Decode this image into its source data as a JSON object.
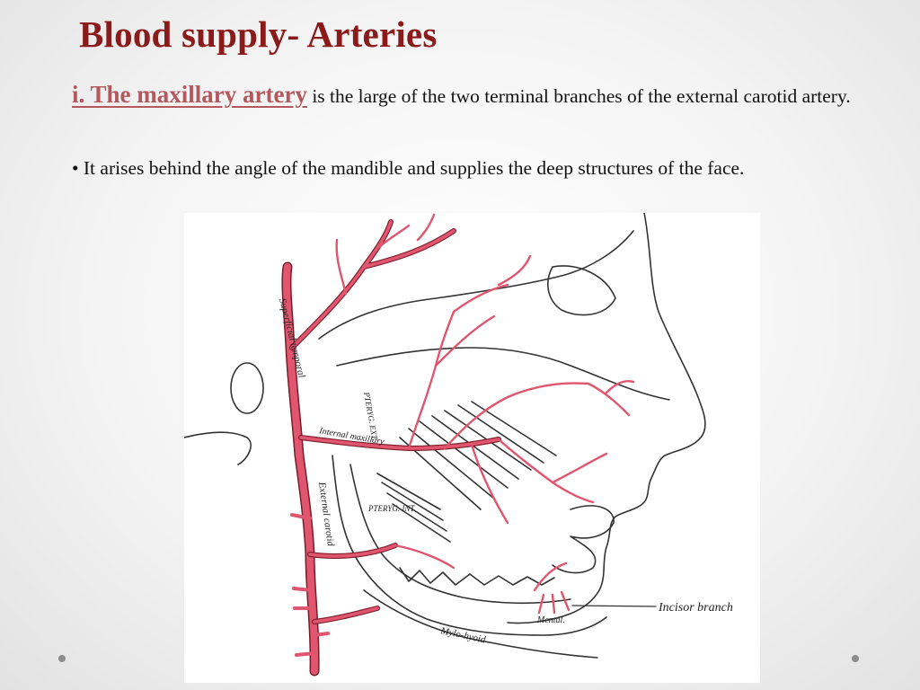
{
  "slide": {
    "title": "Blood supply- Arteries",
    "paragraph1": {
      "highlight": " i. The maxillary artery",
      "rest": " is the large of the two terminal branches of the external carotid artery."
    },
    "paragraph2": "• It arises behind the angle of the mandible and supplies the deep structures of the face."
  },
  "figure": {
    "labels": {
      "superficial_temporal": "Superficial temporal",
      "external_carotid": "External carotid",
      "internal_maxillary": "Internal maxillary",
      "ptery_ext": "PTERYG. EXT.",
      "ptery_int": "PTERYG. INT.",
      "mental": "Mental.",
      "mylo_hyoid": "Mylo-hyoid",
      "incisor_branch": "Incisor branch"
    },
    "colors": {
      "artery": "#e0566e",
      "artery_outline": "#7a1c2a",
      "line": "#333333"
    }
  },
  "colors": {
    "title": "#8b1a1a",
    "highlight": "#b4585d"
  }
}
